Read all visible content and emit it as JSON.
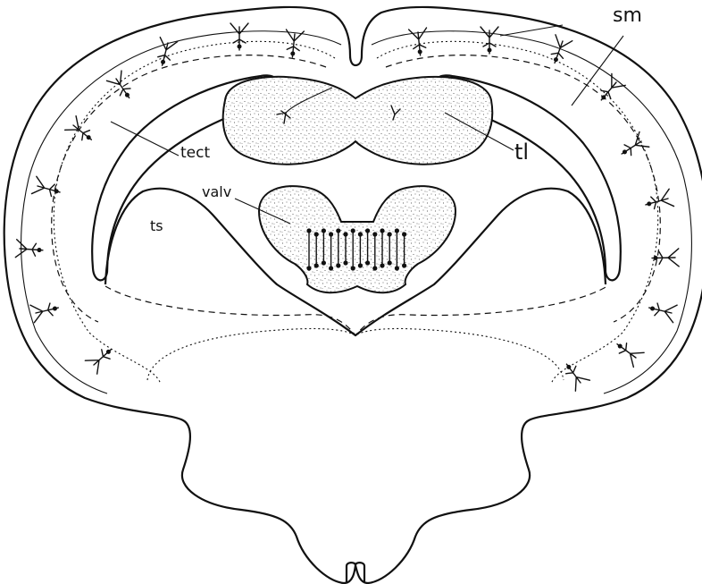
{
  "labels": {
    "sm": "sm",
    "tect": "tect",
    "tl": "tl",
    "valv": "valv",
    "ts": "ts"
  },
  "colors": {
    "ink": "#111111",
    "paper": "#ffffff"
  }
}
